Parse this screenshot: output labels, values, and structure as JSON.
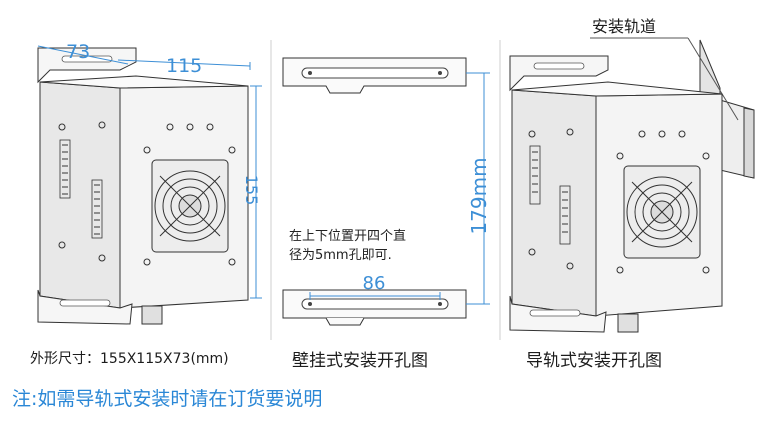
{
  "labels": {
    "rail_label": "安装轨道",
    "dim_depth": "73",
    "dim_width": "115",
    "dim_height": "155",
    "dim_slot_spacing": "179mm",
    "dim_slot_length": "86",
    "hole_note_line1": "在上下位置开四个直",
    "hole_note_line2": "径为5mm孔即可.",
    "caption_outer_size": "外形尺寸：155X115X73(mm)",
    "caption_wall_mount": "壁挂式安装开孔图",
    "caption_rail_mount": "导轨式安装开孔图",
    "footer_note": "注:如需导轨式安装时请在订货要说明"
  },
  "colors": {
    "dimension_line": "#3d8fd6",
    "dimension_text": "#3d8fd6",
    "outline": "#333333",
    "footer_text": "#2a87d6",
    "box_face": "#f4f4f4",
    "box_side": "#e6e6e6"
  }
}
